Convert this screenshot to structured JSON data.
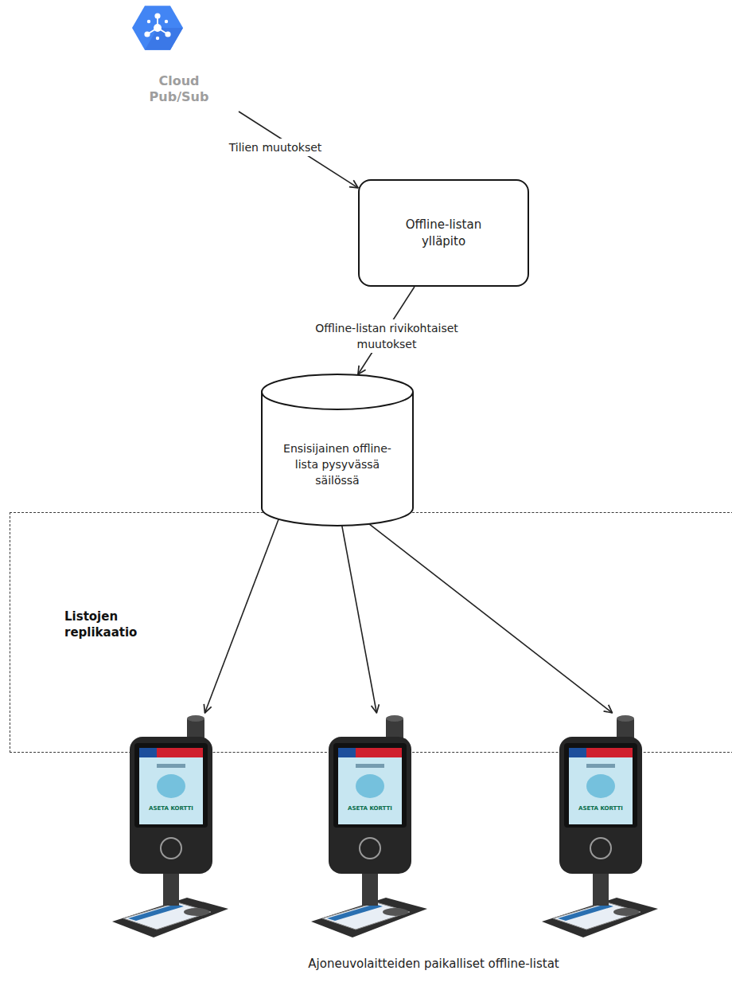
{
  "diagram": {
    "caption": "Ajoneuvolaitteiden paikalliset offline-listat",
    "nodes": [
      {
        "text": [
          "Cloud Pub/Sub"
        ]
      },
      {
        "text": [
          "Offline-listan ylläpito"
        ]
      },
      {
        "text": [
          "Ensisijainen offline-lista pysyvässä säilössä"
        ]
      },
      {
        "text": [
          "Listojen replikaatio"
        ]
      },
      {
        "text": [
          "ASETA KORTTI"
        ]
      },
      {
        "text": [
          "ASETA KORTTI"
        ]
      },
      {
        "text": [
          "ASETA KORTTI"
        ]
      }
    ],
    "edges": [
      {
        "from": 0,
        "to": 1,
        "label": "Tilien muutokset",
        "arrow": "to"
      },
      {
        "from": 1,
        "to": 2,
        "label": "Offline-listan rivikohtaiset muutokset",
        "arrow": "to"
      },
      {
        "from": 2,
        "to": 4,
        "arrow": "to"
      },
      {
        "from": 2,
        "to": 5,
        "arrow": "to"
      },
      {
        "from": 2,
        "to": 6,
        "arrow": "to"
      }
    ]
  }
}
